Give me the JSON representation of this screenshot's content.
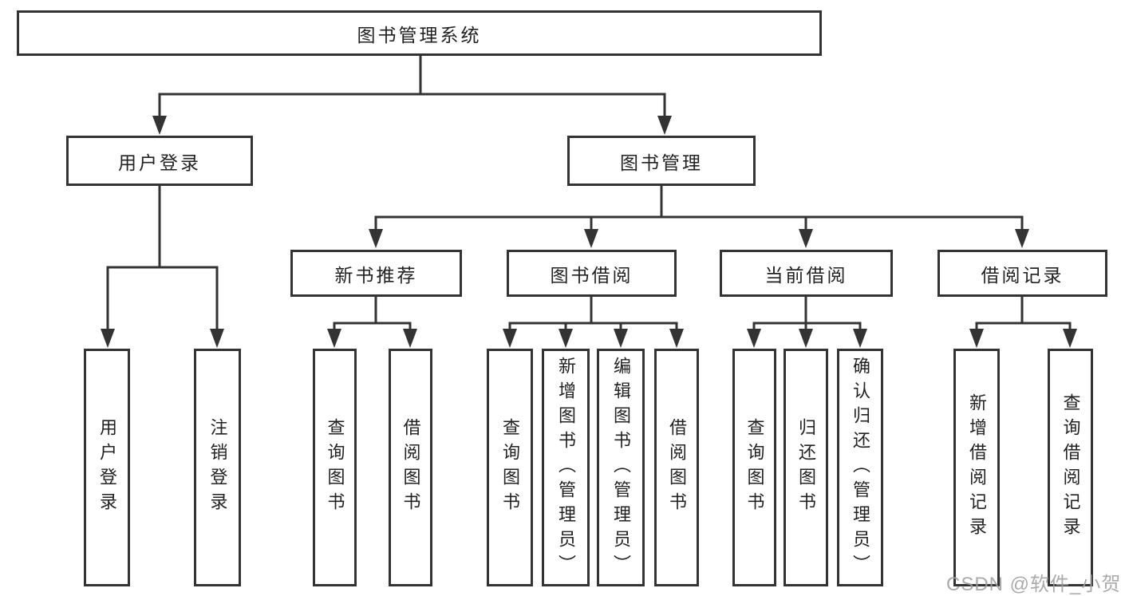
{
  "diagram": {
    "root": {
      "label": "图书管理系统",
      "children": [
        {
          "label": "用户登录",
          "children": [
            {
              "label": "用户登录"
            },
            {
              "label": "注销登录"
            }
          ]
        },
        {
          "label": "图书管理",
          "children": [
            {
              "label": "新书推荐",
              "children": [
                {
                  "label": "查询图书"
                },
                {
                  "label": "借阅图书"
                }
              ]
            },
            {
              "label": "图书借阅",
              "children": [
                {
                  "label": "查询图书"
                },
                {
                  "label": "新增图书（管理员）"
                },
                {
                  "label": "编辑图书（管理员）"
                },
                {
                  "label": "借阅图书"
                }
              ]
            },
            {
              "label": "当前借阅",
              "children": [
                {
                  "label": "查询图书"
                },
                {
                  "label": "归还图书"
                },
                {
                  "label": "确认归还（管理员）"
                }
              ]
            },
            {
              "label": "借阅记录",
              "children": [
                {
                  "label": "新增借阅记录"
                },
                {
                  "label": "查询借阅记录"
                }
              ]
            }
          ]
        }
      ]
    },
    "colors": {
      "line": "#333333",
      "text": "#222222",
      "background": "#ffffff",
      "watermark": "#9e9e9e"
    },
    "watermark": "CSDN @软件_小贺同学"
  }
}
